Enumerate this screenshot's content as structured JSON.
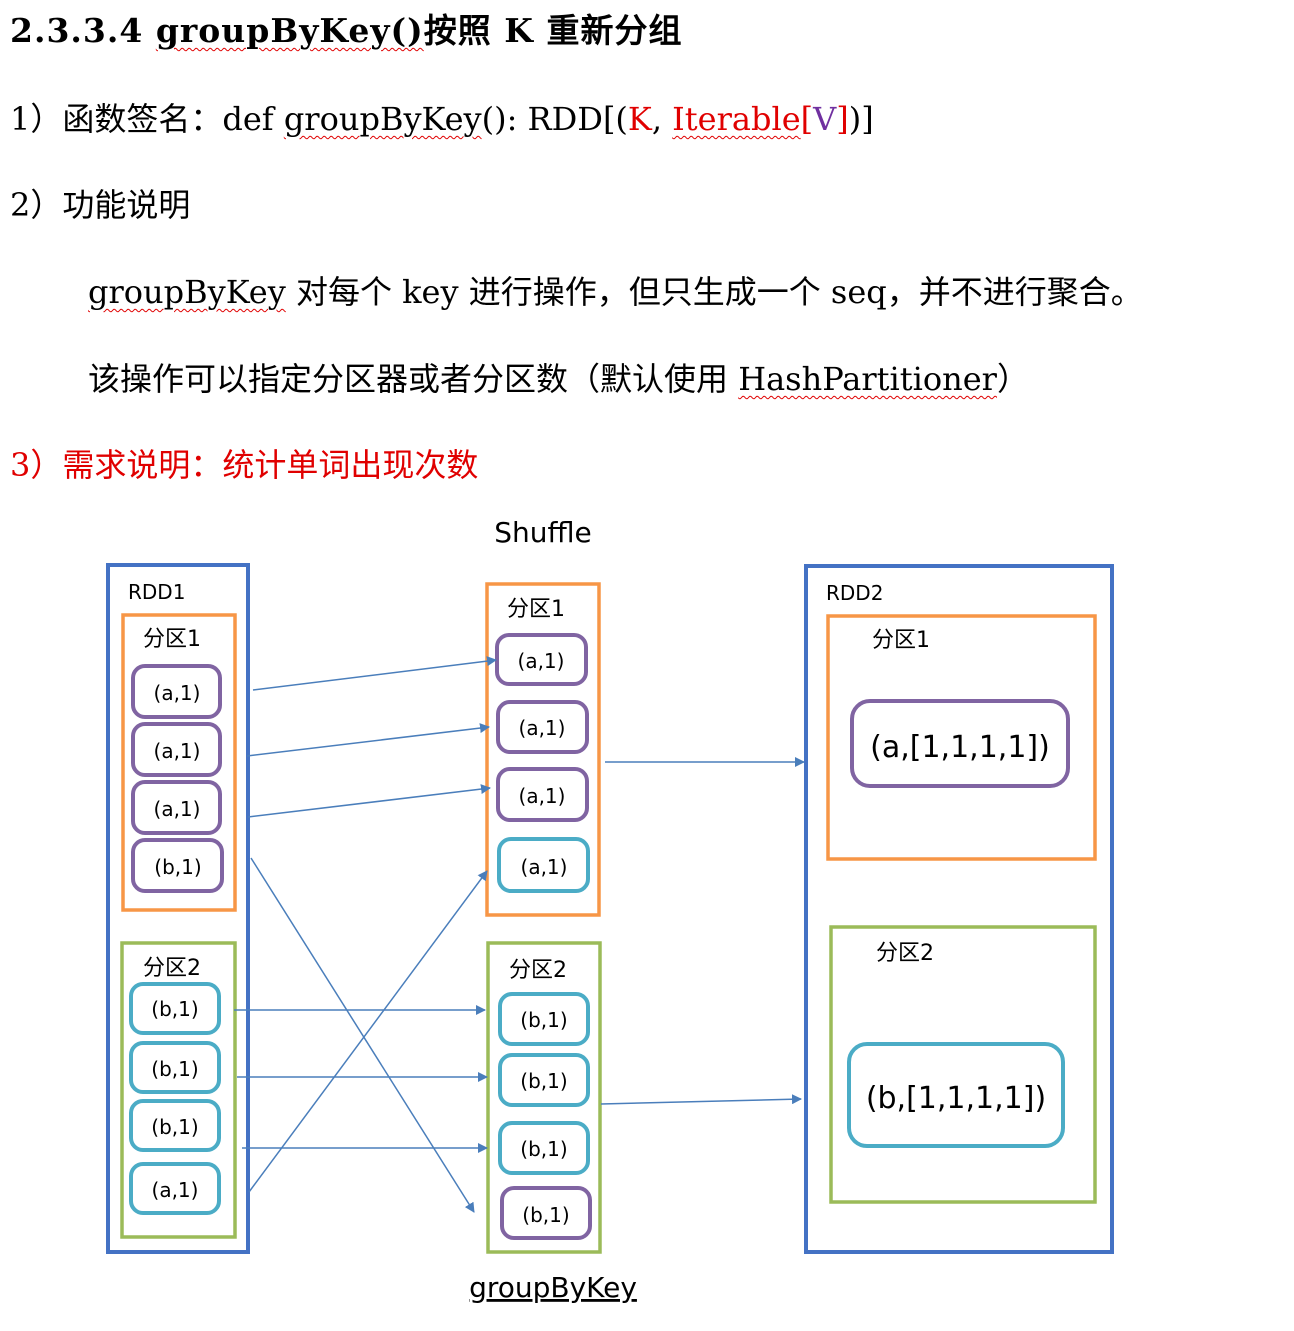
{
  "heading": {
    "number": "2.3.3.4",
    "func": "groupByKey()",
    "rest": "按照 K 重新分组"
  },
  "signature": {
    "prefix": "1）函数签名：def ",
    "func": "groupByKey",
    "mid": "(): RDD[(",
    "k": "K",
    "comma": ", ",
    "iterable": "Iterable",
    "lb": "[",
    "v": "V",
    "rb": "]",
    "end": ")]"
  },
  "section2": {
    "title": "2）功能说明"
  },
  "desc1": {
    "func": "groupByKey",
    "text": " 对每个 key 进行操作，但只生成一个 seq，并不进行聚合。"
  },
  "desc2": {
    "prefix": "该操作可以指定分区器或者分区数（默认使用 ",
    "partitioner": "HashPartitioner",
    "suffix": "）"
  },
  "section3": {
    "title": "3）需求说明：统计单词出现次数"
  },
  "diagram": {
    "shuffle_label": "Shuffle",
    "bottom_label": "groupByKey",
    "rdd1": {
      "label": "RDD1",
      "partition1": {
        "label": "分区1",
        "items": [
          "(a,1)",
          "(a,1)",
          "(a,1)",
          "(b,1)"
        ]
      },
      "partition2": {
        "label": "分区2",
        "items": [
          "(b,1)",
          "(b,1)",
          "(b,1)",
          "(a,1)"
        ]
      }
    },
    "shuffle": {
      "partition1": {
        "label": "分区1",
        "items": [
          "(a,1)",
          "(a,1)",
          "(a,1)",
          "(a,1)"
        ]
      },
      "partition2": {
        "label": "分区2",
        "items": [
          "(b,1)",
          "(b,1)",
          "(b,1)",
          "(b,1)"
        ]
      }
    },
    "rdd2": {
      "label": "RDD2",
      "partition1": {
        "label": "分区1",
        "item": "(a,[1,1,1,1])"
      },
      "partition2": {
        "label": "分区2",
        "item": "(b,[1,1,1,1])"
      }
    },
    "colors": {
      "rdd_border": "#4472c4",
      "partition1_border": "#f79646",
      "partition2_border": "#9bbb59",
      "item_a": "#8064a2",
      "item_b": "#4bacc6",
      "arrow": "#4a7ebb"
    }
  }
}
